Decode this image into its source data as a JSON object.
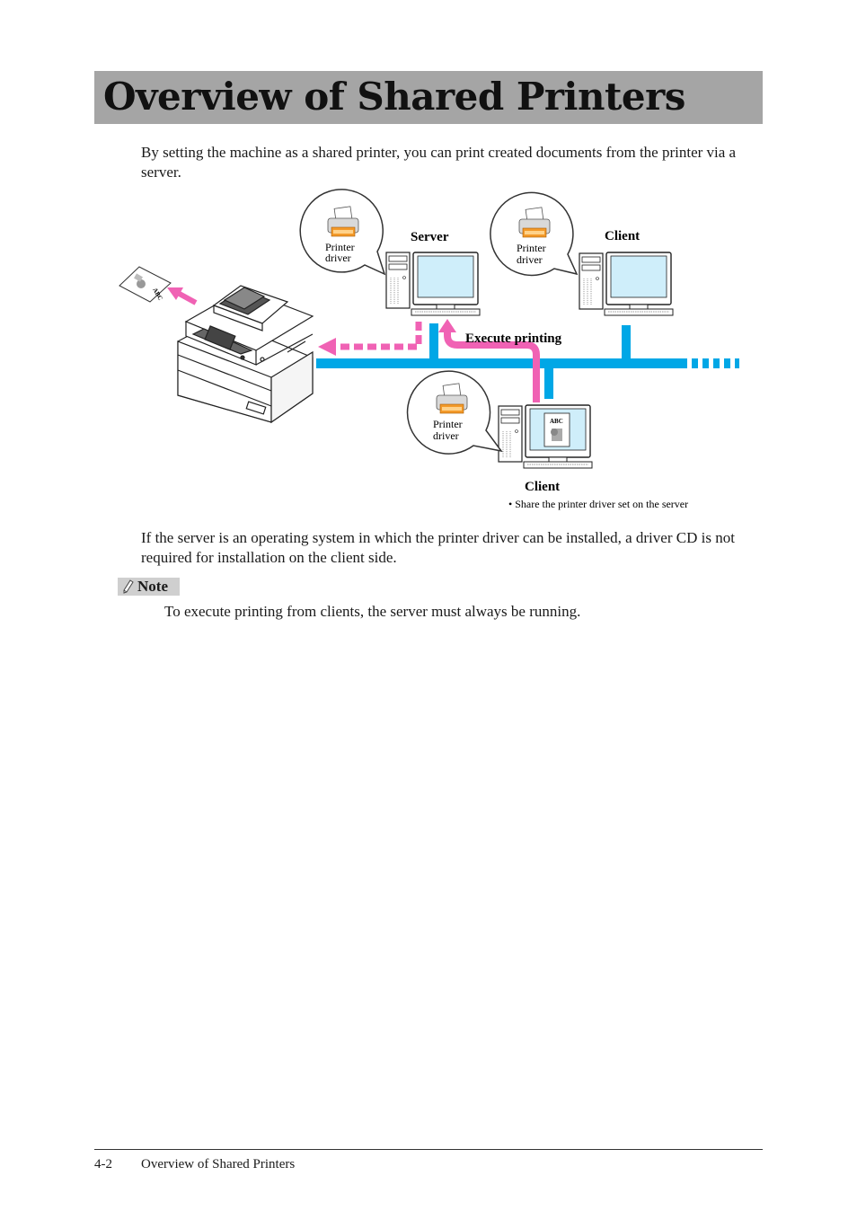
{
  "title": "Overview of Shared Printers",
  "intro": "By setting the machine as a shared printer, you can print created documents from the printer via a server.",
  "diagram": {
    "server_label": "Server",
    "client_label_top": "Client",
    "client_label_bottom": "Client",
    "execute_label": "Execute printing",
    "bubble_line1": "Printer",
    "bubble_line2": "driver",
    "share_note": "• Share the printer driver set on the server",
    "paper_text": "ABC",
    "screen_doc_text": "ABC",
    "colors": {
      "network": "#00a7e6",
      "print_path": "#f062b4",
      "screen": "#cfeefa"
    }
  },
  "after_text": "If the server is an operating system in which the printer driver can be installed, a driver CD is not required for installation on the client side.",
  "note": {
    "label": "Note",
    "text": "To execute printing from clients, the server must always be running."
  },
  "footer": {
    "page_num": "4-2",
    "title": "Overview of Shared Printers"
  }
}
